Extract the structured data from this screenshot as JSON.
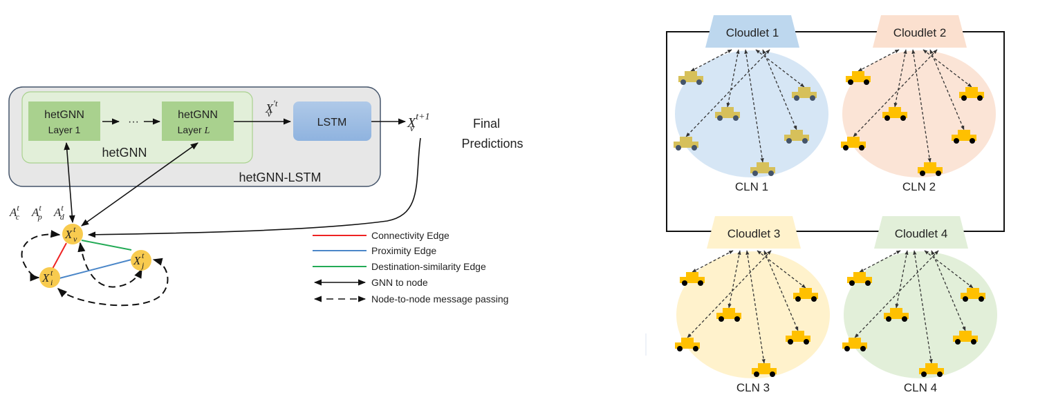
{
  "left_diagram": {
    "outer_box_label": "hetGNN-LSTM",
    "inner_box_label": "hetGNN",
    "layer1": {
      "title": "hetGNN",
      "subtitle": "Layer 1"
    },
    "layer_ellipsis": "···",
    "layerL": {
      "title": "hetGNN",
      "subtitle": "Layer ",
      "subtitle_var": "L"
    },
    "lstm_label": "LSTM",
    "hidden_output": {
      "base": "X",
      "sup": "′t",
      "sub": "v"
    },
    "prediction_output": {
      "base": "X",
      "sup": "t+1",
      "sub": "v"
    },
    "final_predictions_lines": [
      "Final",
      "Predictions"
    ],
    "adjacency": [
      {
        "base": "A",
        "sup": "t",
        "sub": "c",
        "color": "#ee2222"
      },
      {
        "base": "A",
        "sup": "t",
        "sub": "p",
        "color": "#22aaee"
      },
      {
        "base": "A",
        "sup": "t",
        "sub": "d",
        "color": "#22aa55"
      }
    ],
    "nodes": [
      {
        "id": "v",
        "base": "X",
        "sup": "t",
        "sub": "v"
      },
      {
        "id": "i",
        "base": "X",
        "sup": "t",
        "sub": "i"
      },
      {
        "id": "j",
        "base": "X",
        "sup": "t",
        "sub": "j"
      }
    ],
    "node_color": "#f8cb4f",
    "legend": [
      {
        "style": "line",
        "color": "#ee2222",
        "label": "Connectivity Edge"
      },
      {
        "style": "line",
        "color": "#4a86c8",
        "label": "Proximity Edge"
      },
      {
        "style": "line",
        "color": "#22aa55",
        "label": "Destination-similarity Edge"
      },
      {
        "style": "double-arrow",
        "color": "#111111",
        "label": "GNN to node"
      },
      {
        "style": "dashed-double-arrow",
        "color": "#111111",
        "label": "Node-to-node message passing"
      }
    ]
  },
  "right_diagram": {
    "cloudlets": [
      {
        "label": "Cloudlet 1",
        "cln_label": "CLN 1",
        "fill": "#bdd7ee",
        "area_fill": "#d6e6f5",
        "car_body": "#d6c05a",
        "car_wheel": "#44546a"
      },
      {
        "label": "Cloudlet 2",
        "cln_label": "CLN 2",
        "fill": "#fbe0cf",
        "area_fill": "#fbe4d6",
        "car_body": "#ffc000",
        "car_wheel": "#000000"
      },
      {
        "label": "Cloudlet 3",
        "cln_label": "CLN 3",
        "fill": "#fff2cc",
        "area_fill": "#fff2cc",
        "car_body": "#ffc000",
        "car_wheel": "#000000"
      },
      {
        "label": "Cloudlet 4",
        "cln_label": "CLN 4",
        "fill": "#e2efd9",
        "area_fill": "#e2efd9",
        "car_body": "#ffc000",
        "car_wheel": "#000000"
      }
    ],
    "vehicles_per_cloudlet": 6
  }
}
